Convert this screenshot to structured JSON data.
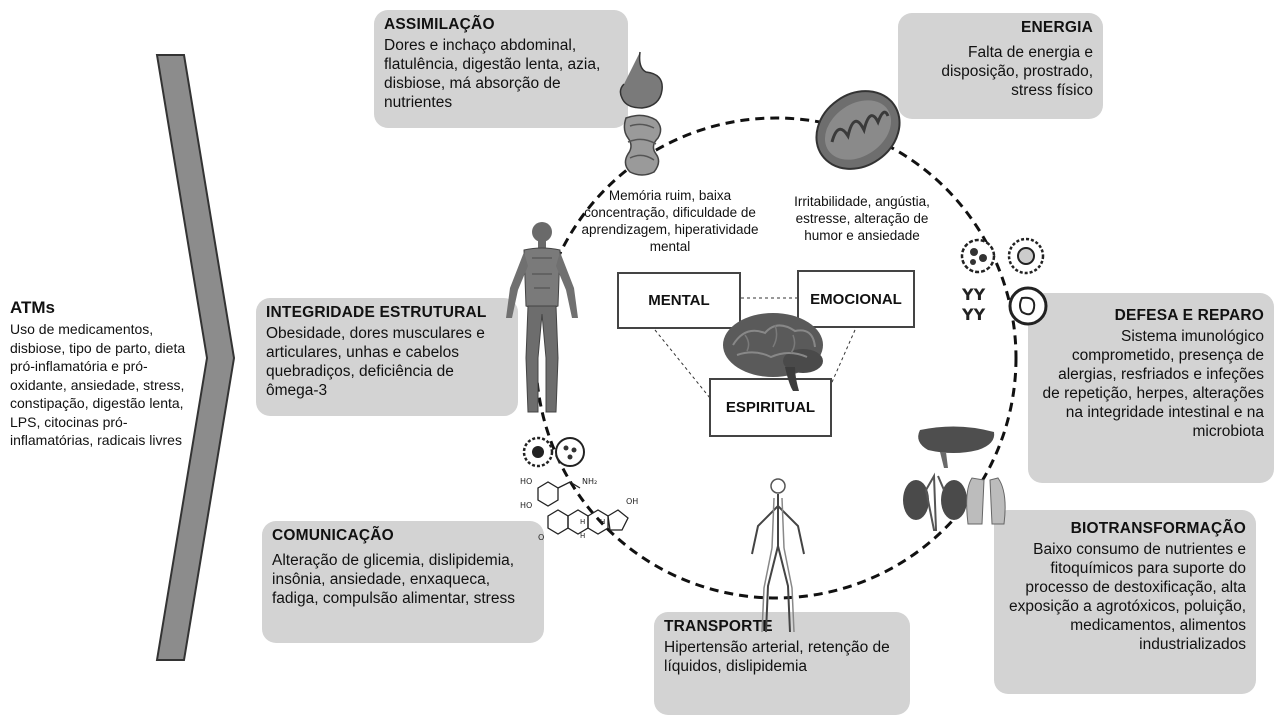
{
  "atms": {
    "title": "ATMs",
    "text": "Uso de medicamentos, disbiose, tipo de parto, dieta pró-inflamatória e pró-oxidante, ansiedade, stress, constipação, digestão lenta, LPS, citocinas pró-inflamatórias, radicais livres"
  },
  "boxes": {
    "assimilacao": {
      "title": "ASSIMILAÇÃO",
      "text": "Dores e inchaço abdominal, flatulência, digestão lenta, azia, disbiose, má absorção de nutrientes"
    },
    "energia": {
      "title": "ENERGIA",
      "text": "Falta de energia e disposição, prostrado, stress físico"
    },
    "integridade": {
      "title": "INTEGRIDADE ESTRUTURAL",
      "text": "Obesidade, dores musculares e articulares, unhas e cabelos quebradiços, deficiência de ômega-3"
    },
    "defesa": {
      "title": "DEFESA E REPARO",
      "text": "Sistema imunológico comprometido, presença de alergias, resfriados e infeções de repetição, herpes, alterações na integridade intestinal e na microbiota"
    },
    "comunicacao": {
      "title": "COMUNICAÇÃO",
      "text": "Alteração de glicemia, dislipidemia, insônia, ansiedade, enxaqueca, fadiga, compulsão alimentar, stress"
    },
    "transporte": {
      "title": "TRANSPORTE",
      "text": "Hipertensão arterial, retenção de líquidos, dislipidemia"
    },
    "biotransformacao": {
      "title": "BIOTRANSFORMAÇÃO",
      "text": "Baixo consumo de nutrientes e fitoquímicos para suporte do processo de destoxificação, alta exposição a agrotóxicos, poluição, medicamentos, alimentos industrializados"
    }
  },
  "center": {
    "mental_desc": "Memória ruim, baixa concentração, dificuldade de aprendizagem, hiperatividade mental",
    "emocional_desc": "Irritabilidade, angústia, estresse, alteração de humor e ansiedade",
    "mental": "MENTAL",
    "emocional": "EMOCIONAL",
    "espiritual": "ESPIRITUAL"
  },
  "molecule_labels": {
    "ho1": "HO",
    "ho2": "HO",
    "nh2": "NH₂",
    "oh": "OH",
    "o": "O",
    "h1": "H",
    "h2": "H",
    "h3": "H"
  },
  "icons": [
    "stomach-intestine-icon",
    "mitochondria-icon",
    "human-muscle-icon",
    "brain-icon",
    "immune-cells-icon",
    "liver-kidney-lung-icon",
    "vascular-system-icon",
    "hormone-molecule-icon"
  ]
}
